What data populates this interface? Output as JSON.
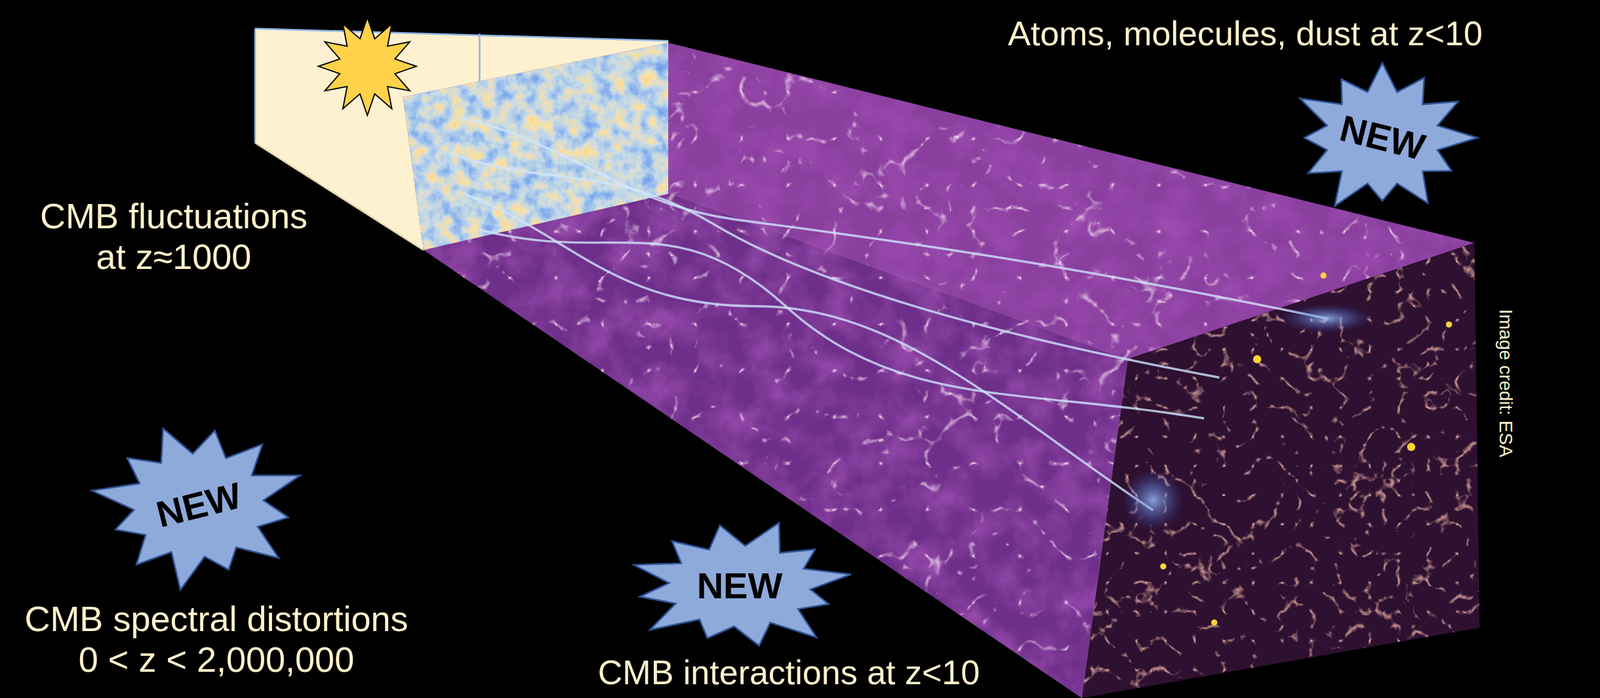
{
  "diagram": {
    "nodes": [
      {
        "text": [
          "NEW"
        ]
      },
      {
        "text": [
          "NEW"
        ]
      },
      {
        "text": [
          "NEW"
        ]
      }
    ],
    "labels": [
      "Atoms, molecules, dust at z<10",
      "CMB fluctuations at z≈1000",
      "Image credit: ESA",
      "CMB spectral distortions 0 < z < 2,000,000",
      "CMB interactions at z<10"
    ]
  }
}
